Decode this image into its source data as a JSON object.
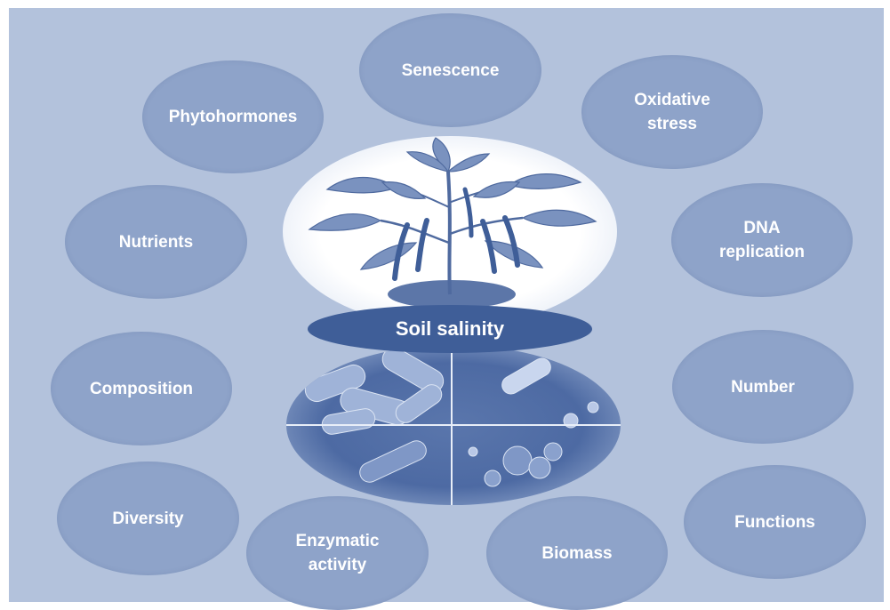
{
  "center": {
    "label": "Soil salinity"
  },
  "bubbles": {
    "senescence": "Senescence",
    "phytohormones": "Phytohormones",
    "oxidative_stress": "Oxidative\nstress",
    "nutrients": "Nutrients",
    "dna_replication": "DNA\nreplication",
    "composition": "Composition",
    "number": "Number",
    "diversity": "Diversity",
    "enzymatic_activity": "Enzymatic\nactivity",
    "biomass": "Biomass",
    "functions": "Functions"
  },
  "colors": {
    "background": "#b3c2dc",
    "bubble_fill": "#8ea3c9",
    "center_fill": "#3f5e98",
    "text": "#ffffff"
  }
}
